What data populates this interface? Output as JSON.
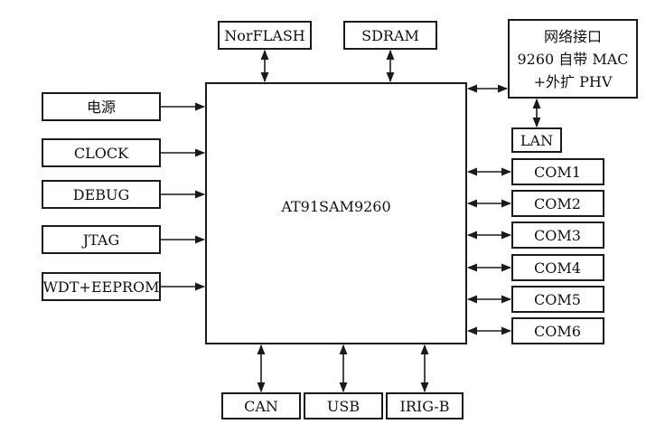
{
  "diagram": {
    "cpu": "AT91SAM9260",
    "left_blocks": [
      "电源",
      "CLOCK",
      "DEBUG",
      "JTAG",
      "WDT+EEPROM"
    ],
    "top_blocks": [
      "NorFLASH",
      "SDRAM"
    ],
    "network": {
      "lines": [
        "网络接口",
        "9260 自带 MAC",
        "+外扩 PHV"
      ],
      "lan": "LAN"
    },
    "com_ports": [
      "COM1",
      "COM2",
      "COM3",
      "COM4",
      "COM5",
      "COM6"
    ],
    "bottom_blocks": [
      "CAN",
      "USB",
      "IRIG-B"
    ]
  }
}
